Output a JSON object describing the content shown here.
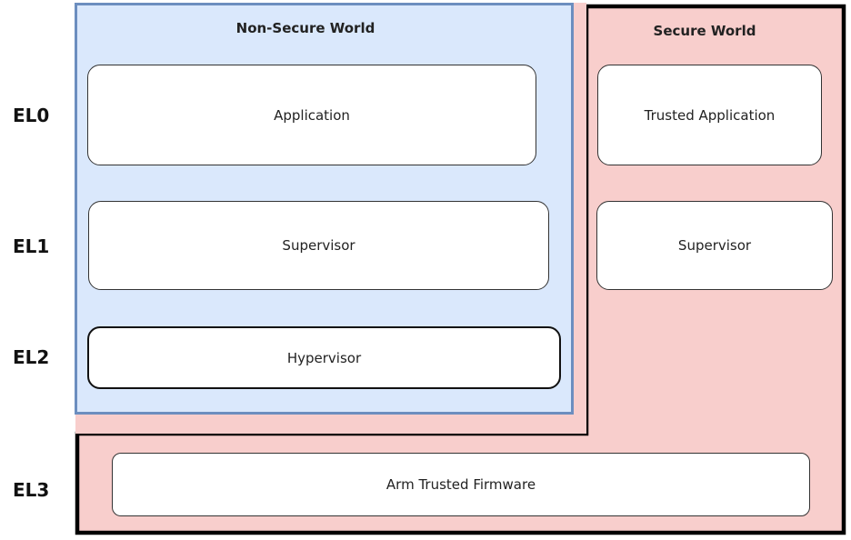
{
  "colors": {
    "non_secure_fill": "#dae8fc",
    "non_secure_border": "#6c8ebf",
    "secure_fill": "#f8cecc",
    "outline": "#000000"
  },
  "exception_levels": {
    "el0": "EL0",
    "el1": "EL1",
    "el2": "EL2",
    "el3": "EL3"
  },
  "non_secure_world": {
    "title": "Non-Secure World",
    "application": "Application",
    "supervisor": "Supervisor",
    "hypervisor": "Hypervisor"
  },
  "secure_world": {
    "title": "Secure World",
    "trusted_application": "Trusted Application",
    "supervisor": "Supervisor"
  },
  "firmware": {
    "label": "Arm Trusted Firmware"
  }
}
